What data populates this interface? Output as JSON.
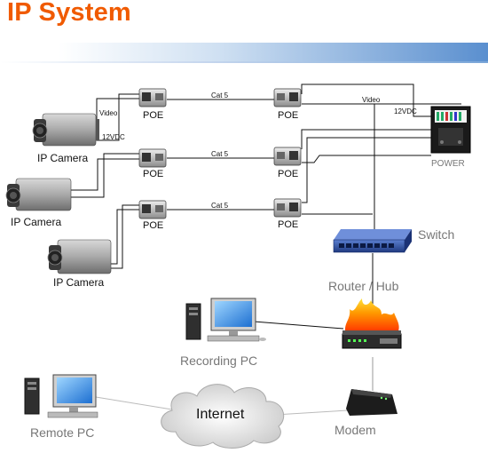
{
  "title": "IP System",
  "labels": {
    "ip_camera": "IP Camera",
    "poe": "POE",
    "cat5": "Cat 5",
    "video": "Video",
    "v12dc": "12VDC",
    "power": "POWER",
    "switch": "Switch",
    "router_hub": "Router / Hub",
    "recording_pc": "Recording PC",
    "internet": "Internet",
    "remote_pc": "Remote PC",
    "modem": "Modem"
  },
  "colors": {
    "title": "#f05a00",
    "wire": "#111111",
    "gray_label": "#777777",
    "switch_blue": "#2c4f9e",
    "fire": "#ff8a00"
  }
}
